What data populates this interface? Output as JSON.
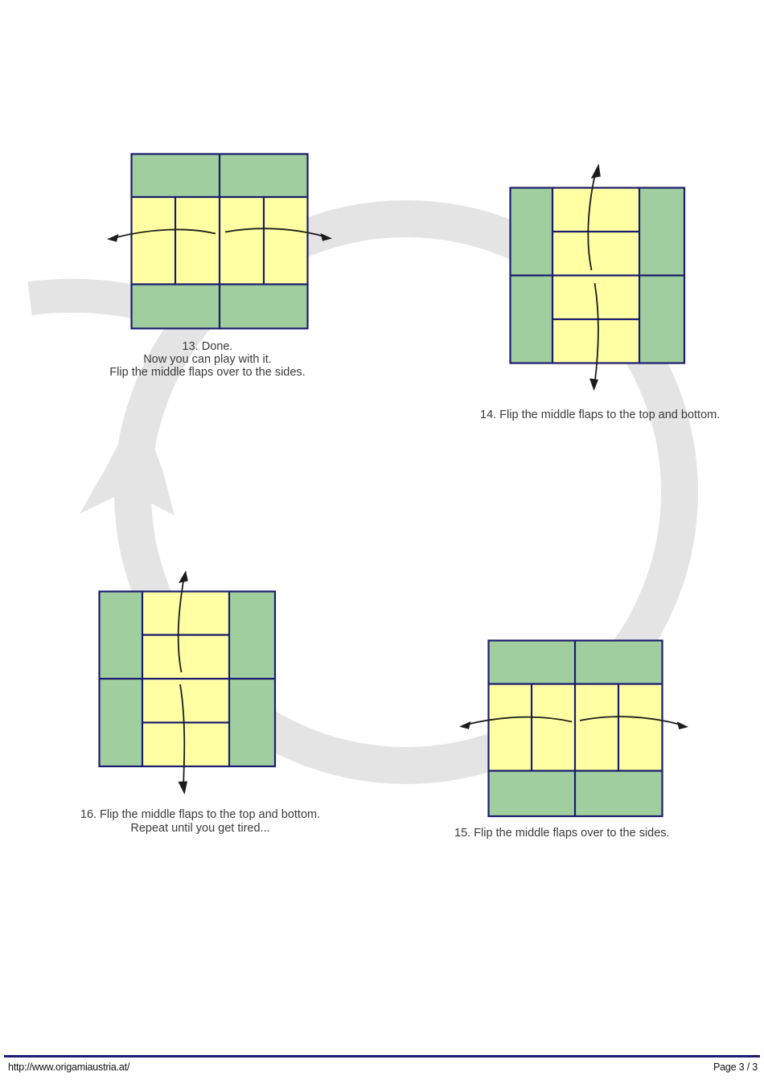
{
  "document": {
    "type": "origami-instruction-page",
    "footer": {
      "url": "http://www.origamiaustria.at/",
      "page_label": "Page 3 / 3"
    }
  },
  "colors": {
    "cycle_arrow_gray": "#e4e4e4",
    "paper_green": "#a0ce9e",
    "paper_yellow": "#ffffa3",
    "outline_navy": "#1b1b70",
    "fold_arrow_black": "#1c1c1c",
    "caption_gray": "#3a3a3a",
    "footer_rule_navy": "#1b1b70"
  },
  "steps": [
    {
      "id": "13",
      "lines": [
        "13. Done.",
        "Now you can play with it.",
        "Flip the middle flaps over to the sides."
      ]
    },
    {
      "id": "14",
      "lines": [
        "14. Flip the middle flaps to the top and bottom."
      ]
    },
    {
      "id": "15",
      "lines": [
        "15. Flip the middle flaps over to the sides."
      ]
    },
    {
      "id": "16",
      "lines": [
        "16. Flip the middle flaps to the top and bottom.",
        "Repeat until you get tired..."
      ]
    }
  ]
}
